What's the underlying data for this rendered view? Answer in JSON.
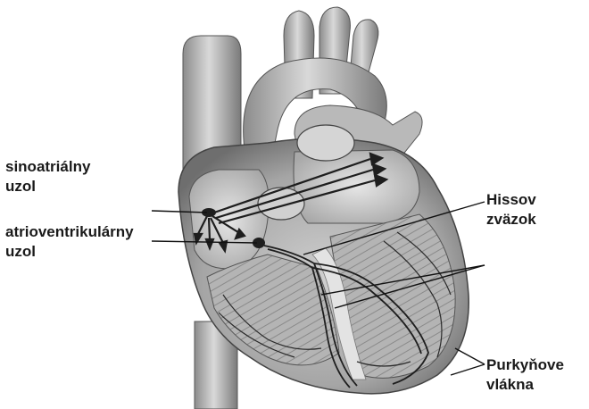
{
  "labels": {
    "sinoatrial": {
      "line1": "sinoatriálny",
      "line2": "uzol"
    },
    "atrioventricular": {
      "line1": "atrioventrikulárny",
      "line2": "uzol"
    },
    "his_bundle": {
      "line1": "Hissov",
      "line2": "zväzok"
    },
    "purkinje": {
      "line1": "Purkyňove",
      "line2": "vlákna"
    }
  },
  "colors": {
    "tissue_light": "#d6d6d6",
    "tissue_mid": "#9a9a9a",
    "tissue_dark": "#4a4a4a",
    "conduction": "#1e1e1e",
    "leader_line": "#111111"
  }
}
